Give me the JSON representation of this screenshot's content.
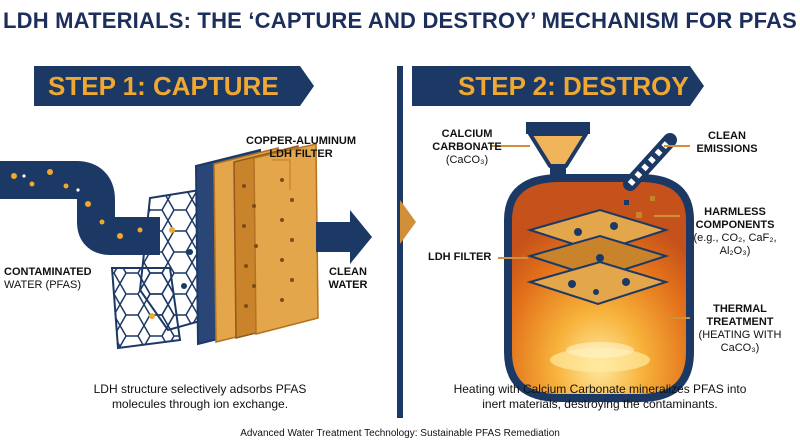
{
  "title": "LDH MATERIALS: THE ‘CAPTURE AND DESTROY’ MECHANISM FOR PFAS",
  "step1": {
    "heading": "STEP 1: CAPTURE",
    "filter_label_line1": "COPPER-ALUMINUM",
    "filter_label_line2": "LDH FILTER",
    "contaminated_line1": "CONTAMINATED",
    "contaminated_line2": "WATER (PFAS)",
    "clean_line1": "CLEAN",
    "clean_line2": "WATER",
    "caption_line1": "LDH structure selectively adsorbs PFAS",
    "caption_line2": "molecules through ion exchange."
  },
  "step2": {
    "heading": "STEP 2: DESTROY",
    "calcium_line1": "CALCIUM",
    "calcium_line2": "CARBONATE",
    "calcium_formula": "(CaCO₃)",
    "emissions_line1": "CLEAN",
    "emissions_line2": "EMISSIONS",
    "harmless_line1": "HARMLESS",
    "harmless_line2": "COMPONENTS",
    "harmless_line3": "(e.g., CO₂, CaF₂,",
    "harmless_line4": "Al₂O₃)",
    "ldh_filter": "LDH FILTER",
    "thermal_line1": "THERMAL",
    "thermal_line2": "TREATMENT",
    "thermal_line3": "(HEATING WITH",
    "thermal_line4": "CaCO₃)",
    "caption_line1": "Heating with Calcium Carbonate mineralizes PFAS into",
    "caption_line2": "inert materials, destroying the contaminants."
  },
  "footer": "Advanced Water Treatment Technology: Sustainable PFAS Remediation",
  "colors": {
    "navy": "#1c3966",
    "orange": "#f0a830",
    "copper": "#c9842b",
    "white": "#ffffff"
  }
}
